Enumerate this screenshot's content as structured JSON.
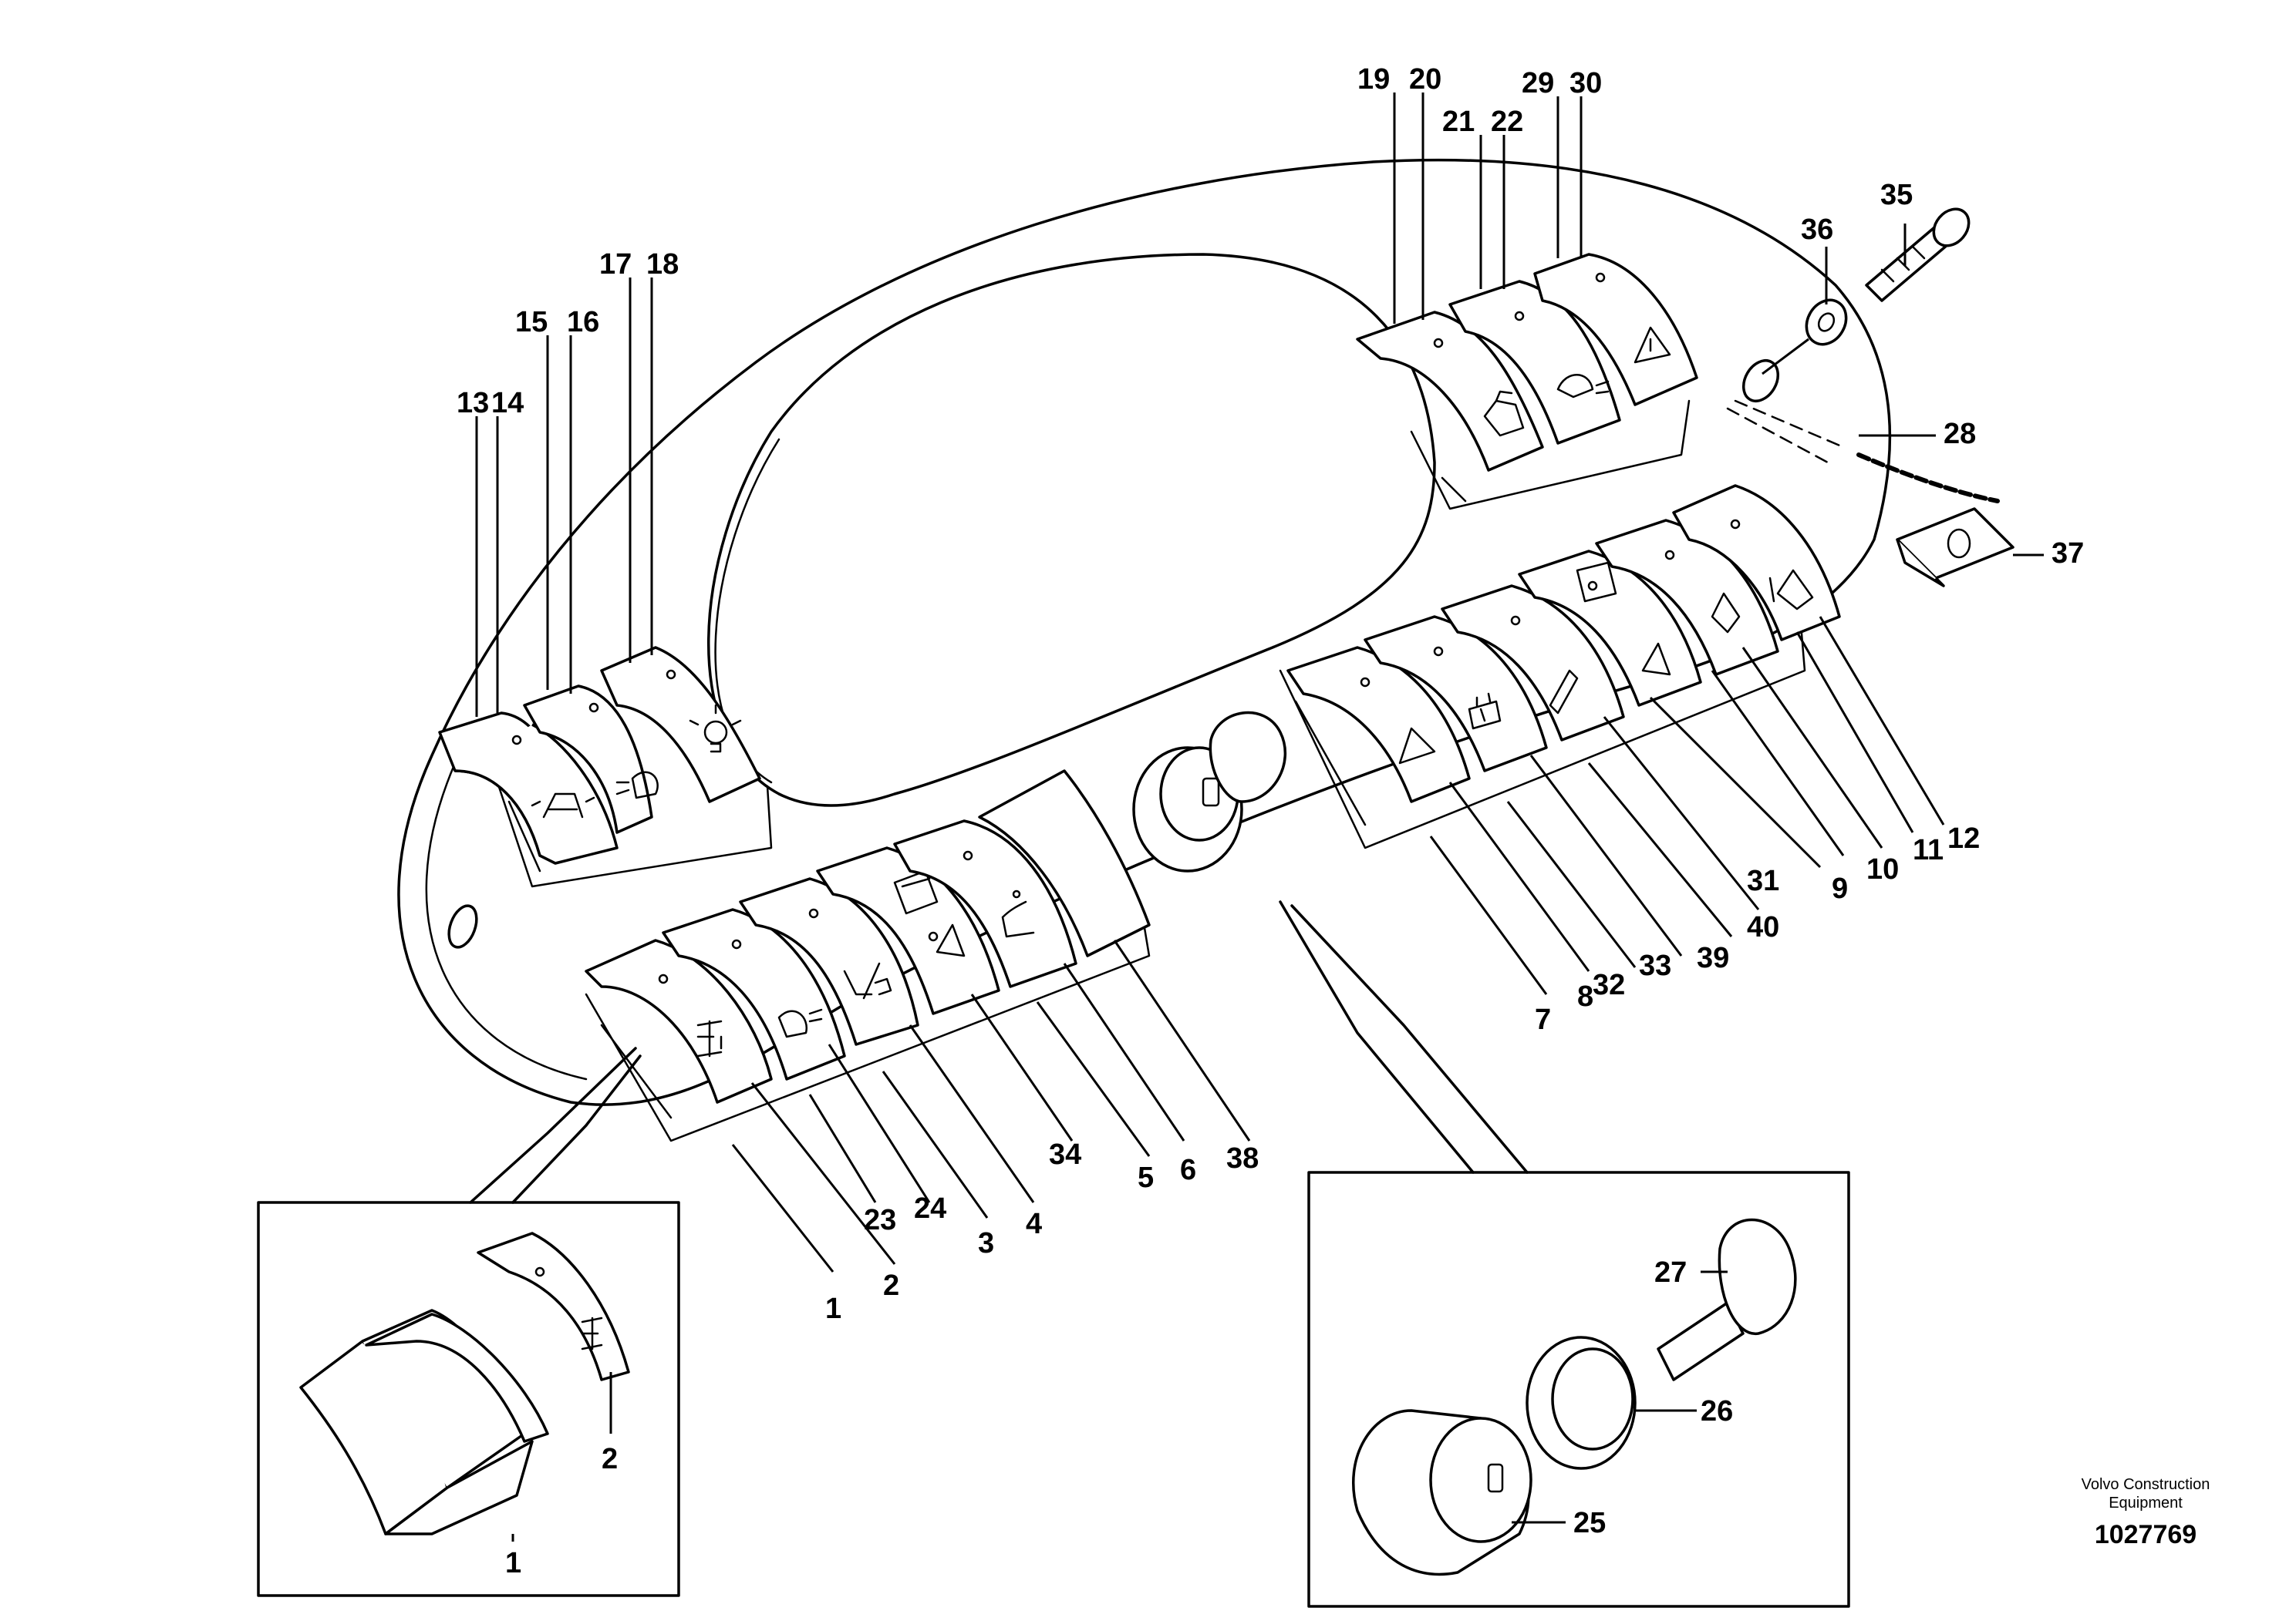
{
  "callouts": [
    "1",
    "2",
    "3",
    "4",
    "5",
    "6",
    "7",
    "8",
    "9",
    "10",
    "11",
    "12",
    "13",
    "14",
    "15",
    "16",
    "17",
    "18",
    "19",
    "20",
    "21",
    "22",
    "23",
    "24",
    "25",
    "26",
    "27",
    "28",
    "29",
    "30",
    "31",
    "32",
    "33",
    "34",
    "35",
    "36",
    "37",
    "38",
    "39",
    "40"
  ],
  "detail_switch_callouts": [
    "1",
    "2"
  ],
  "detail_ignition_callouts": [
    "25",
    "26",
    "27"
  ],
  "footer": {
    "brand_line1": "Volvo Construction",
    "brand_line2": "Equipment",
    "doc_number": "1027769"
  },
  "symbols": [
    "beacon-icon",
    "work-light-icon",
    "sun-light-icon",
    "warning-triangle-icon",
    "rear-wiper-icon",
    "front-wiper-icon",
    "differential-lock-icon",
    "float-icon",
    "seat-heater-icon",
    "hazard-icon",
    "mode-icon",
    "washer-icon"
  ]
}
